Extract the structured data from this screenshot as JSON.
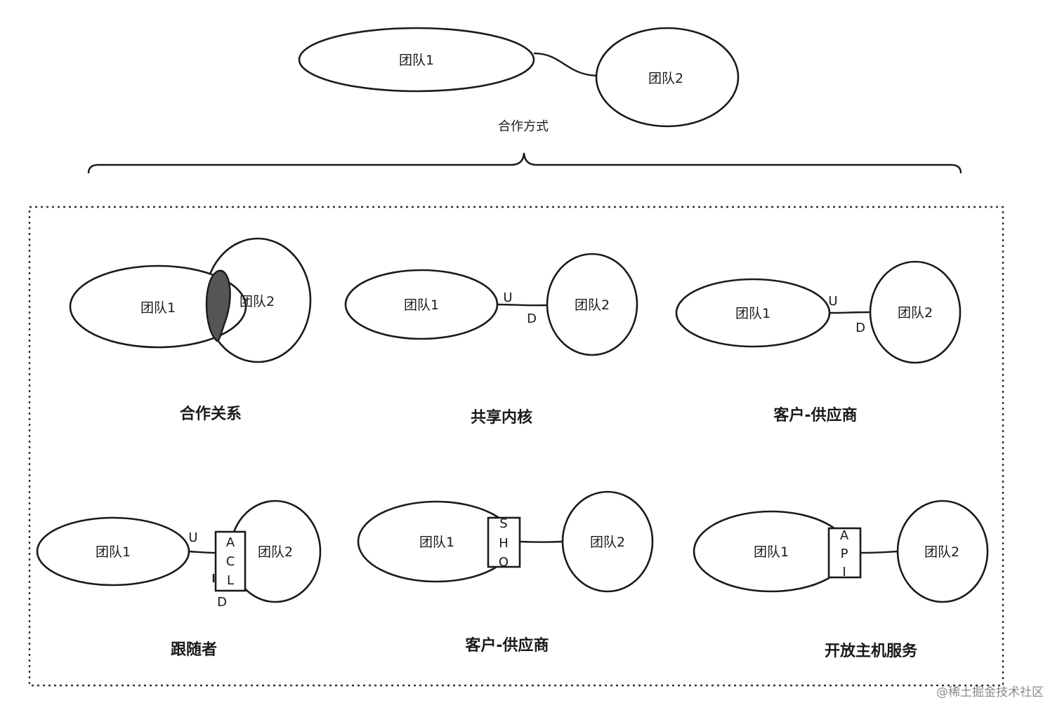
{
  "top": {
    "team1": "团队1",
    "team2": "团队2",
    "caption": "合作方式"
  },
  "panels": [
    {
      "caption": "合作关系",
      "team1": "团队1",
      "team2": "团队2"
    },
    {
      "caption": "共享内核",
      "team1": "团队1",
      "team2": "团队2",
      "u": "U",
      "d": "D"
    },
    {
      "caption": "客户-供应商",
      "team1": "团队1",
      "team2": "团队2",
      "u": "U",
      "d": "D"
    },
    {
      "caption": "跟随者",
      "team1": "团队1",
      "team2": "团队2",
      "u": "U",
      "d": "D",
      "box": [
        "A",
        "C",
        "L"
      ]
    },
    {
      "caption": "客户-供应商",
      "team1": "团队1",
      "team2": "团队2",
      "box": [
        "S",
        "H",
        "O"
      ]
    },
    {
      "caption": "开放主机服务",
      "team1": "团队1",
      "team2": "团队2",
      "box": [
        "A",
        "P",
        "I"
      ]
    }
  ],
  "watermark": "@稀土掘金技术社区",
  "colors": {
    "overlap_fill": "#555555",
    "stroke": "#1a1a1a"
  }
}
